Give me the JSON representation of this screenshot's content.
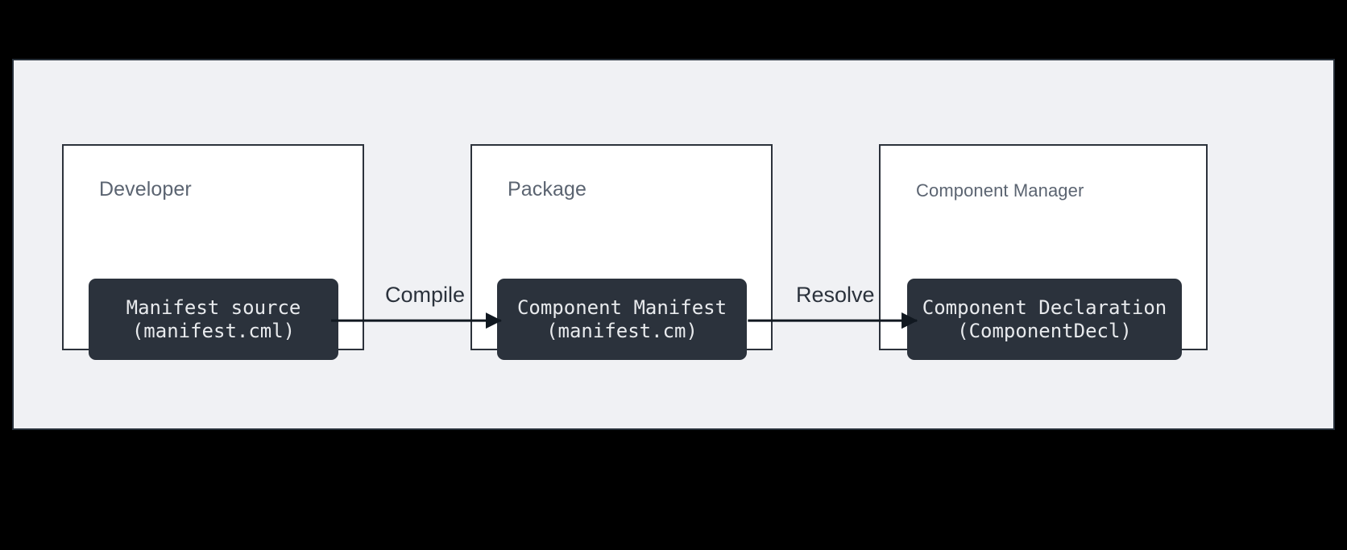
{
  "canvas": {
    "background_color": "#f0f1f4",
    "border_color": "#27303a",
    "outer_background": "#000000"
  },
  "theme": {
    "node_fill": "#2b323c",
    "node_text": "#e8eaed",
    "group_border": "#2c323b",
    "group_fill": "#ffffff",
    "group_label_color": "#5b6471",
    "arrow_color": "#111820"
  },
  "groups": [
    {
      "id": "developer",
      "label": "Developer",
      "node": {
        "id": "manifest-source",
        "line1": "Manifest source",
        "line2": "(manifest.cml)"
      }
    },
    {
      "id": "package",
      "label": "Package",
      "node": {
        "id": "component-manifest",
        "line1": "Component Manifest",
        "line2": "(manifest.cm)"
      }
    },
    {
      "id": "component-manager",
      "label": "Component Manager",
      "node": {
        "id": "component-declaration",
        "line1": "Component Declaration",
        "line2": "(ComponentDecl)"
      }
    }
  ],
  "arrows": [
    {
      "id": "compile",
      "label": "Compile",
      "from": "manifest-source",
      "to": "component-manifest"
    },
    {
      "id": "resolve",
      "label": "Resolve",
      "from": "component-manifest",
      "to": "component-declaration"
    }
  ]
}
